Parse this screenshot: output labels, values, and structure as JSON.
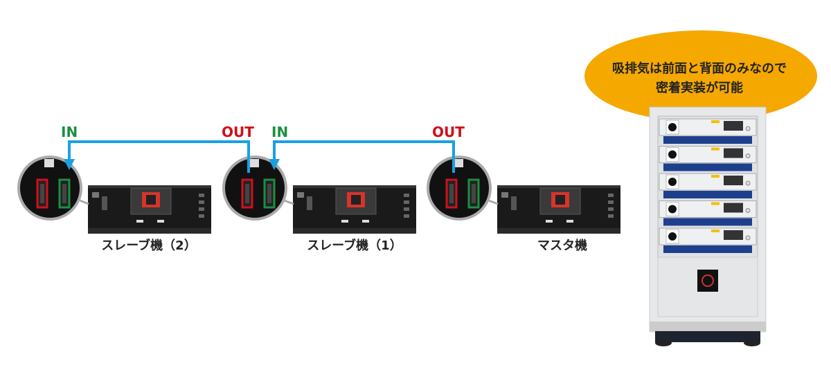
{
  "labels": {
    "in": "IN",
    "out": "OUT"
  },
  "devices": [
    {
      "name": "スレーブ機（2）"
    },
    {
      "name": "スレーブ機（1）"
    },
    {
      "name": "マスタ機"
    }
  ],
  "callout": {
    "line1": "吸排気は前面と背面のみなので",
    "line2": "密着実装が可能"
  },
  "colors": {
    "cable": "#1aa0e0",
    "in": "#1a9040",
    "out": "#d0101c",
    "callout": "#f5a800"
  }
}
